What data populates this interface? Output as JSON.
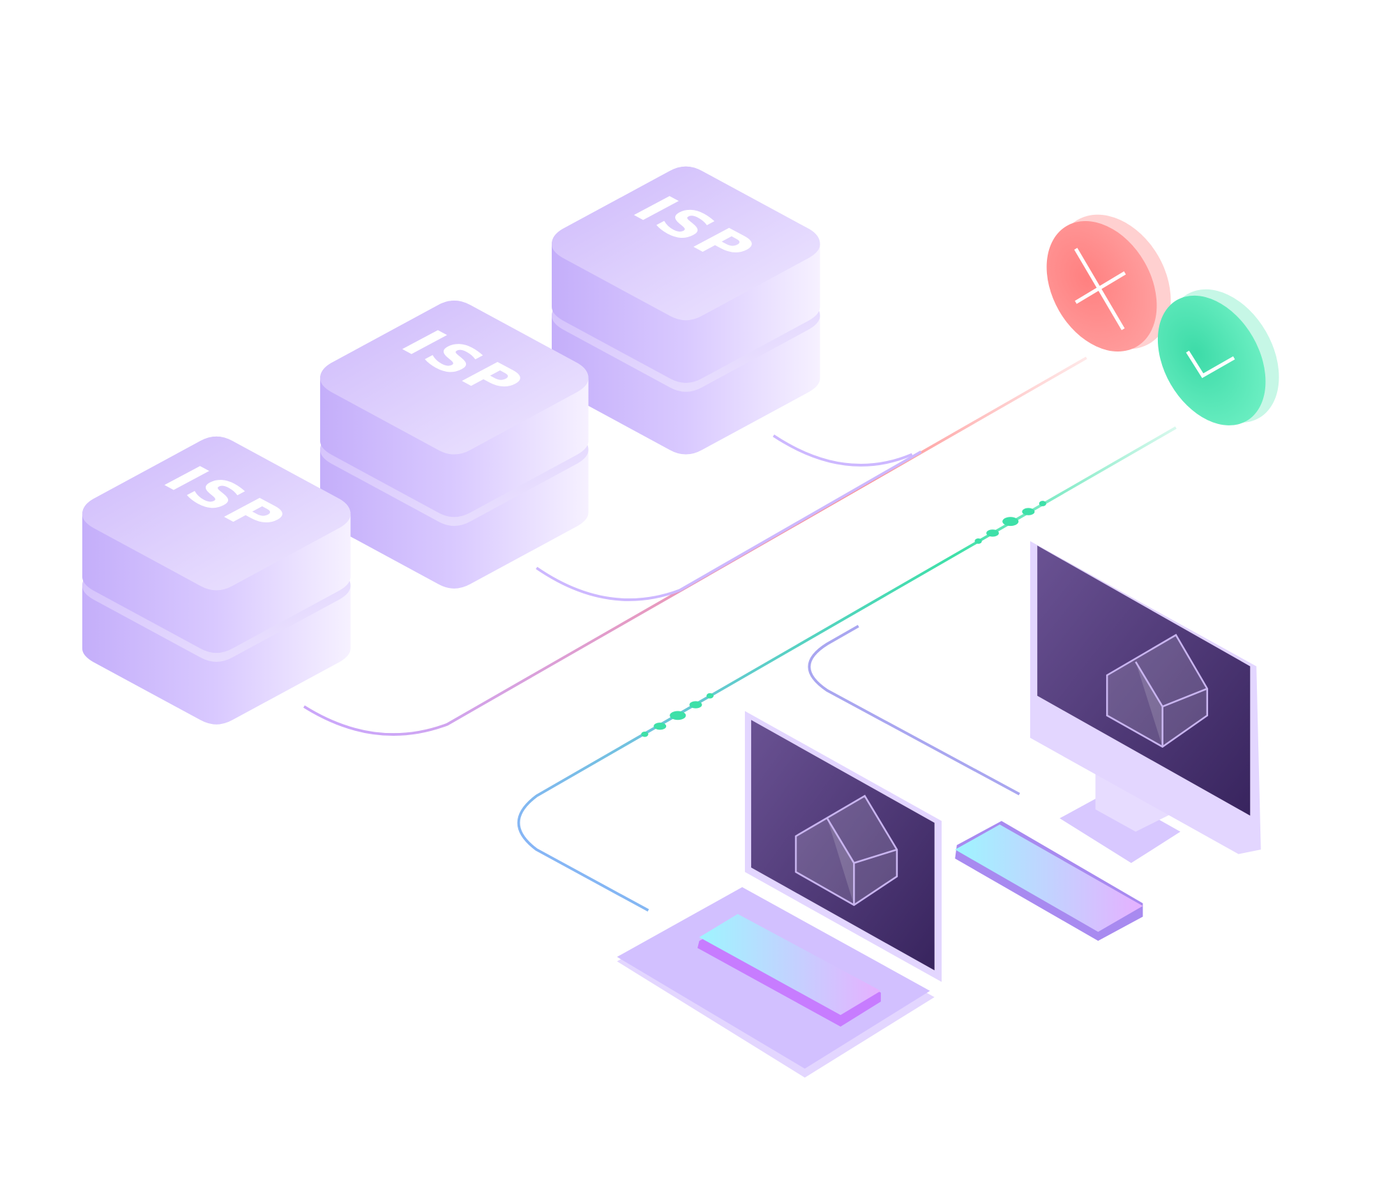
{
  "isp_servers": [
    {
      "label": "ISP"
    },
    {
      "label": "ISP"
    },
    {
      "label": "ISP"
    }
  ],
  "status_icons": [
    {
      "name": "x-icon",
      "state": "failed",
      "color": "#ff8a8a"
    },
    {
      "name": "check-icon",
      "state": "connected",
      "color": "#3ee0b0"
    }
  ],
  "devices": [
    {
      "name": "laptop",
      "screen_icon": "house-icon"
    },
    {
      "name": "desktop-monitor",
      "screen_icon": "house-icon"
    }
  ],
  "colors": {
    "server": "#cdb8ff",
    "failed_link": "#ff8f8f",
    "active_link": "#3ee0a8",
    "screen": "#3e2a68"
  }
}
